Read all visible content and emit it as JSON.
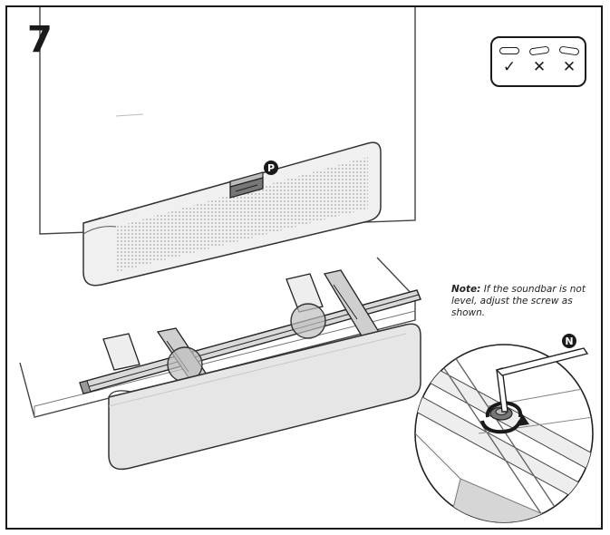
{
  "step": {
    "number": "7"
  },
  "legend": {
    "marks": [
      "✓",
      "✕",
      "✕"
    ],
    "icon": "soundbar-level-icon"
  },
  "note": {
    "label": "Note:",
    "text": "If the soundbar is not level, adjust the screw as shown."
  },
  "callouts": {
    "soundbar_part": "P",
    "hex_key": "N"
  },
  "colors": {
    "line": "#1a1a1a",
    "fill_light": "#e6e6e6",
    "fill_mid": "#bdbdbd"
  }
}
